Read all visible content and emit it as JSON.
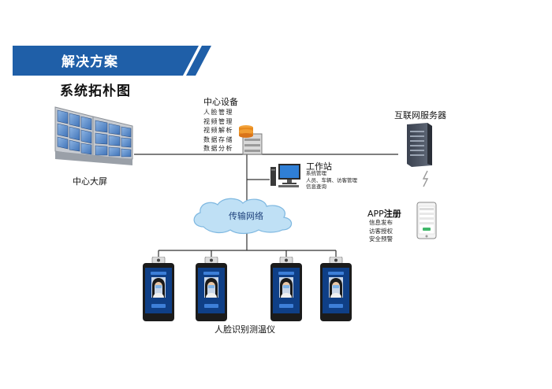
{
  "header": {
    "banner_title": "解决方案",
    "subtitle": "系统拓朴图"
  },
  "nodes": {
    "center_screen": {
      "label": "中心大屏"
    },
    "center_device": {
      "label": "中心设备",
      "items": [
        "人脸管理",
        "视频管理",
        "视频解析",
        "数据存储",
        "数据分析"
      ]
    },
    "internet_server": {
      "label": "互联网服务器"
    },
    "workstation": {
      "label": "工作站",
      "items": [
        "系统管理",
        "人员、车辆、访客管理",
        "信息查询"
      ]
    },
    "network": {
      "label": "传输网络"
    },
    "app": {
      "label_prefix": "APP",
      "label_suffix": "注册",
      "items": [
        "信息发布",
        "访客授权",
        "安全预警"
      ]
    },
    "terminals": {
      "label": "人脸识别测温仪",
      "count": 4
    }
  },
  "colors": {
    "banner": "#1f5fa8",
    "banner_stripe": "#1f5fa8",
    "cloud": "#bfe0f5",
    "cloud_border": "#7db7e0",
    "line": "#333333"
  }
}
